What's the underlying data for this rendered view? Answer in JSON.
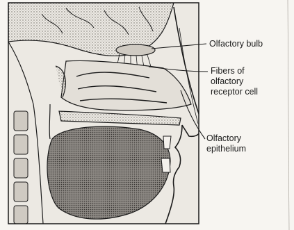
{
  "labels": {
    "olfactory_bulb": "Olfactory bulb",
    "fibers_lines": [
      "Fibers of",
      "olfactory",
      "receptor cell"
    ],
    "epithelium_lines": [
      "Olfactory",
      "epithelium"
    ]
  },
  "colors": {
    "paper": "#f7f5f1",
    "ink": "#1b1b1b",
    "tissue": "#d6d2cb",
    "stipple": "#8e8a85",
    "tongue": "#9d9893"
  }
}
